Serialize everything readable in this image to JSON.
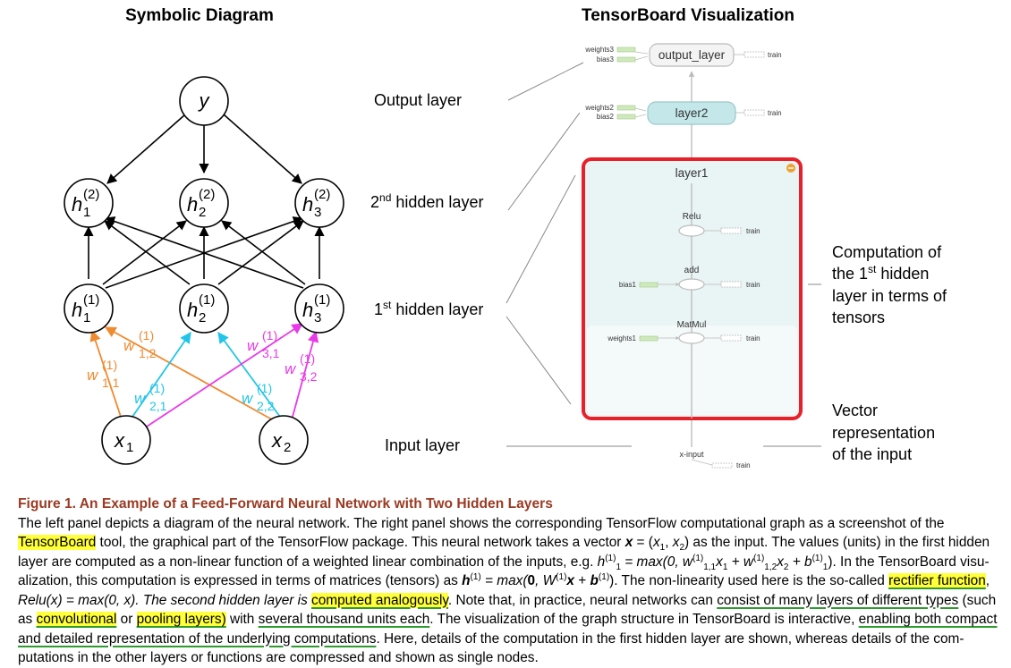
{
  "left_panel": {
    "title": "Symbolic Diagram",
    "nodes": {
      "y": "y",
      "h2_1": "h",
      "h2_2": "h",
      "h2_3": "h",
      "h1_1": "h",
      "h1_2": "h",
      "h1_3": "h",
      "x1": "x",
      "x2": "x"
    },
    "superscripts": {
      "layer2": "(2)",
      "layer1": "(1)"
    },
    "subscripts": {
      "one": "1",
      "two": "2",
      "three": "3"
    },
    "weights": {
      "w": "w",
      "w11_sub": "1,1",
      "w12_sub": "1,2",
      "w21_sub": "2,1",
      "w22_sub": "2,2",
      "w31_sub": "3,1",
      "w32_sub": "3,2",
      "w_sup": "(1)"
    }
  },
  "middle_labels": {
    "output": "Output layer",
    "hidden2_prefix": "2",
    "hidden2_sup": "nd",
    "hidden2_suffix": " hidden layer",
    "hidden1_prefix": "1",
    "hidden1_sup": "st",
    "hidden1_suffix": " hidden layer",
    "input": "Input layer"
  },
  "right_panel": {
    "title": "TensorBoard Visualization",
    "weights3": "weights3",
    "bias3": "bias3",
    "output_layer": "output_layer",
    "layer2": "layer2",
    "weights2": "weights2",
    "bias2": "bias2",
    "layer1": "layer1",
    "relu": "Relu",
    "add": "add",
    "matmul": "MatMul",
    "bias1": "bias1",
    "weights1": "weights1",
    "x_input": "x-input",
    "train": "train"
  },
  "right_annotations": {
    "comp_line1": "Computation of",
    "comp_line2_pre": "the 1",
    "comp_line2_sup": "st",
    "comp_line2_post": " hidden",
    "comp_line3": "layer in terms of",
    "comp_line4": "tensors",
    "vec_line1": "Vector",
    "vec_line2": "representation",
    "vec_line3": "of the input"
  },
  "caption": {
    "title": "Figure 1. An Example of a Feed-Forward Neural Network with Two Hidden Layers",
    "l1": "The left panel depicts a diagram of the neural network. The right panel shows the corresponding TensorFlow computational graph as a screenshot of the",
    "l2_hl": "TensorBoard",
    "l2_a": " tool, the graphical part of the TensorFlow package. This neural network takes a vector ",
    "l2_x": "x",
    "l2_b": " = (",
    "l2_x1": "x",
    "l2_c": ", ",
    "l2_x2": "x",
    "l2_d": ") as the input. The values (units) in the first hidden",
    "l3_a": "layer are computed as a non-linear function of a weighted linear combination of the inputs, e.g. ",
    "l3_formula": "h",
    "l3_b": " = max(0, w",
    "l3_c": "x",
    "l3_d": " + w",
    "l3_e": "x",
    "l3_f": " + b",
    "l3_g": "). In the TensorBoard visu-",
    "l4_a": "alization, this computation is expressed in terms of matrices (tensors) as ",
    "l4_h": "h",
    "l4_b": " = max(",
    "l4_zero": "0",
    "l4_c": ", W",
    "l4_x": "x",
    "l4_d": " + ",
    "l4_bb": "b",
    "l4_e": "). The non-linearity used here is the so-called ",
    "l4_hl": "rectifier function",
    "l4_f": ",",
    "l5_a": "Relu",
    "l5_b": "(x) = max(0, x). The second hidden layer is ",
    "l5_hl": "computed analogously",
    "l5_c": ". Note that, in practice, neural networks can ",
    "l5_ul": "consist of many layers of different types",
    "l5_d": " (such",
    "l6_a": "as ",
    "l6_hl1": "convolutional",
    "l6_b": " or ",
    "l6_hl2": "pooling layers)",
    "l6_c": " with ",
    "l6_ul1": "several thousand units each",
    "l6_d": ". The visualization of the graph structure in TensorBoard is interactive, ",
    "l6_ul2": "enabling both compact",
    "l7_ul": "and detailed representation of the underlying computations",
    "l7_a": ". Here, details of the computation in the first hidden layer are shown, whereas details of the com-",
    "l8": "putations in the other layers or functions are compressed and shown as single nodes."
  },
  "colors": {
    "orange": "#f08a30",
    "cyan": "#22c5e8",
    "magenta": "#e83ae8",
    "red_box": "#e8202a",
    "teal_fill": "#e9f4f4",
    "layer2_fill": "#c4e8ea",
    "caption_title": "#9a3a22",
    "highlight": "#ffff3a",
    "underline": "#2e9a2e"
  }
}
